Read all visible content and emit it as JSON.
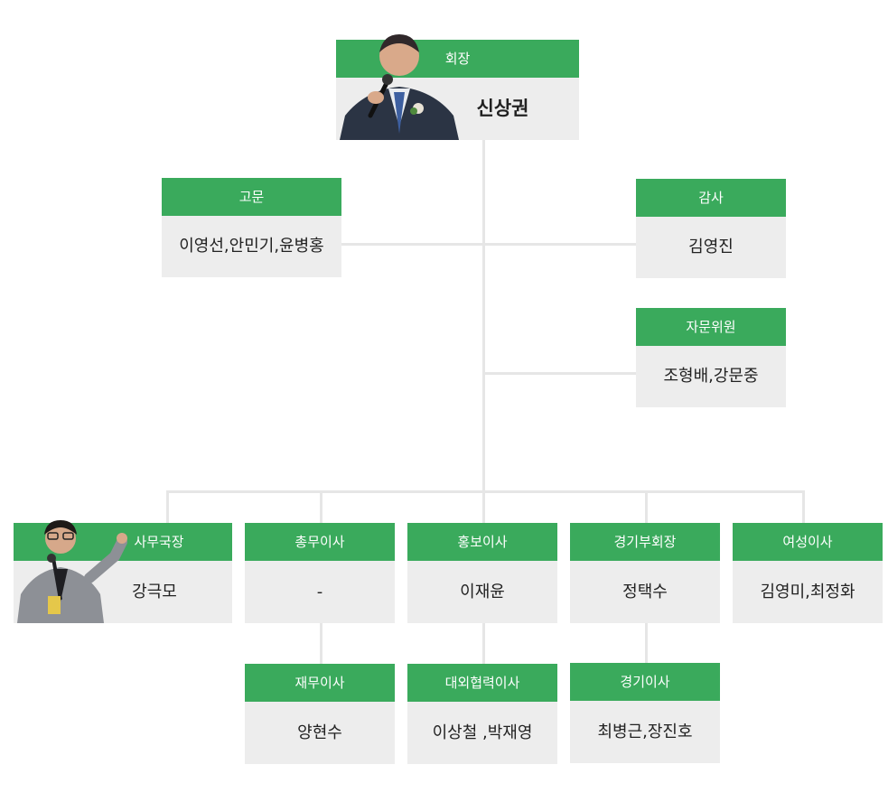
{
  "colors": {
    "header_green": "#3aaa5c",
    "body_gray": "#ededed",
    "connector": "#e6e6e6"
  },
  "chairman": {
    "title": "회장",
    "name": "신상권",
    "photo_icon": "chairman-photo"
  },
  "advisor": {
    "title": "고문",
    "name": "이영선,안민기,윤병홍"
  },
  "auditor": {
    "title": "감사",
    "name": "김영진"
  },
  "advisory_committee": {
    "title": "자문위원",
    "name": "조형배,강문중"
  },
  "secretary_general": {
    "title": "사무국장",
    "name": "강극모",
    "photo_icon": "secretary-general-photo"
  },
  "general_affairs": {
    "title": "총무이사",
    "name": "-"
  },
  "publicity": {
    "title": "홍보이사",
    "name": "이재윤"
  },
  "competition_vp": {
    "title": "경기부회장",
    "name": "정택수"
  },
  "women": {
    "title": "여성이사",
    "name": "김영미,최정화"
  },
  "finance": {
    "title": "재무이사",
    "name": "양현수"
  },
  "external_cooperation": {
    "title": "대외협력이사",
    "name": "이상철 ,박재영"
  },
  "competition_director": {
    "title": "경기이사",
    "name": "최병근,장진호"
  }
}
